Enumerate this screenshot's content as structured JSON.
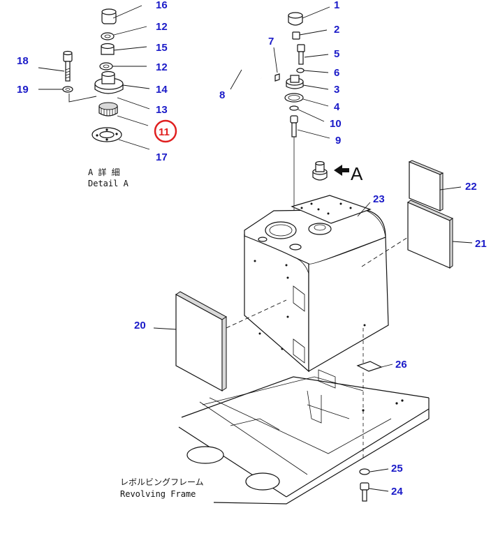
{
  "diagram": {
    "detail_caption_jp": "A 詳 細",
    "detail_caption_en": "Detail A",
    "view_marker": "A",
    "frame_caption_jp": "レボルビングフレーム",
    "frame_caption_en": "Revolving Frame",
    "highlight_color": "#e02020",
    "label_color": "#1a1ac8",
    "part_labels": {
      "p1": "1",
      "p2": "2",
      "p3": "3",
      "p4": "4",
      "p5": "5",
      "p6": "6",
      "p7": "7",
      "p8": "8",
      "p9": "9",
      "p10": "10",
      "p11": "11",
      "p12a": "12",
      "p12b": "12",
      "p13": "13",
      "p14": "14",
      "p15": "15",
      "p16": "16",
      "p17": "17",
      "p18": "18",
      "p19": "19",
      "p20": "20",
      "p21": "21",
      "p22": "22",
      "p23": "23",
      "p24": "24",
      "p25": "25",
      "p26": "26"
    },
    "highlighted_part": "11"
  }
}
